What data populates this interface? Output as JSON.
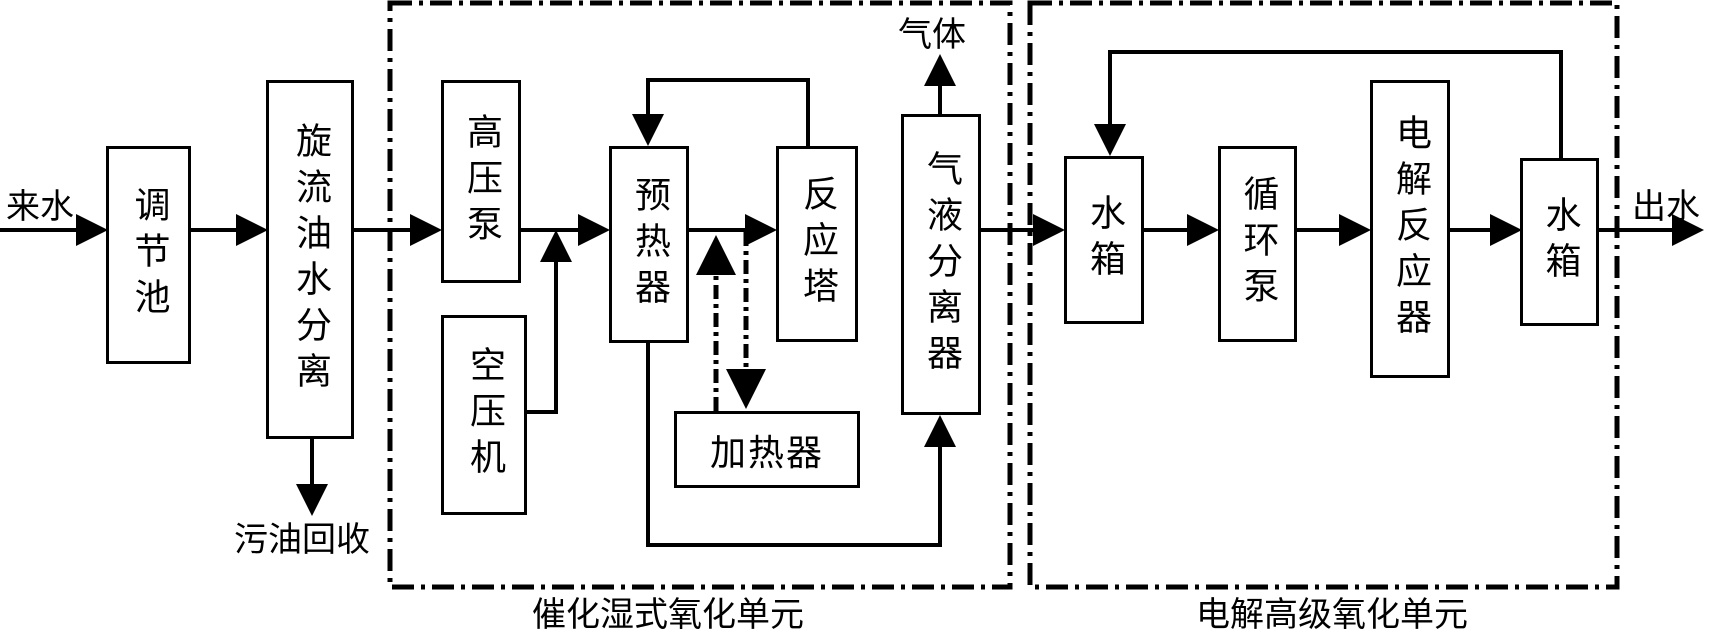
{
  "inlet": "来水",
  "outlet": "出水",
  "oil_recovery": "污油回收",
  "gas_out": "气体",
  "units": {
    "catalytic": "催化湿式氧化单元",
    "electrolysis": "电解高级氧化单元"
  },
  "blocks": {
    "regulating_tank": "调节池",
    "cyclone_separator": "旋流油水分离",
    "high_pressure_pump": "高压泵",
    "air_compressor": "空压机",
    "preheater": "预热器",
    "reaction_tower": "反应塔",
    "heater": "加热器",
    "gas_liquid_separator": "气液分离器",
    "water_tank_1": "水箱",
    "circulation_pump": "循环泵",
    "electrolytic_reactor": "电解反应器",
    "water_tank_2": "水箱"
  }
}
